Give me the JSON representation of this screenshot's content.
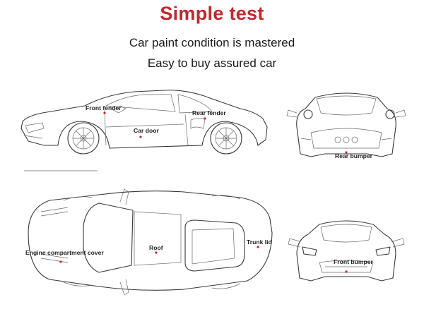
{
  "header": {
    "title": "Simple test",
    "subtitle_1": "Car paint condition is mastered",
    "subtitle_2": "Easy to buy assured car"
  },
  "labels": {
    "front_fender": "Front fender",
    "car_door": "Car door",
    "rear_fender": "Rear fender",
    "rear_bumper": "Rear bumper",
    "engine_cover": "Engine compartment cover",
    "roof": "Roof",
    "trunk_lid": "Trunk lid",
    "front_bumper": "Front bumper"
  },
  "colors": {
    "title": "#c0282d",
    "marker": "#c0282d"
  }
}
